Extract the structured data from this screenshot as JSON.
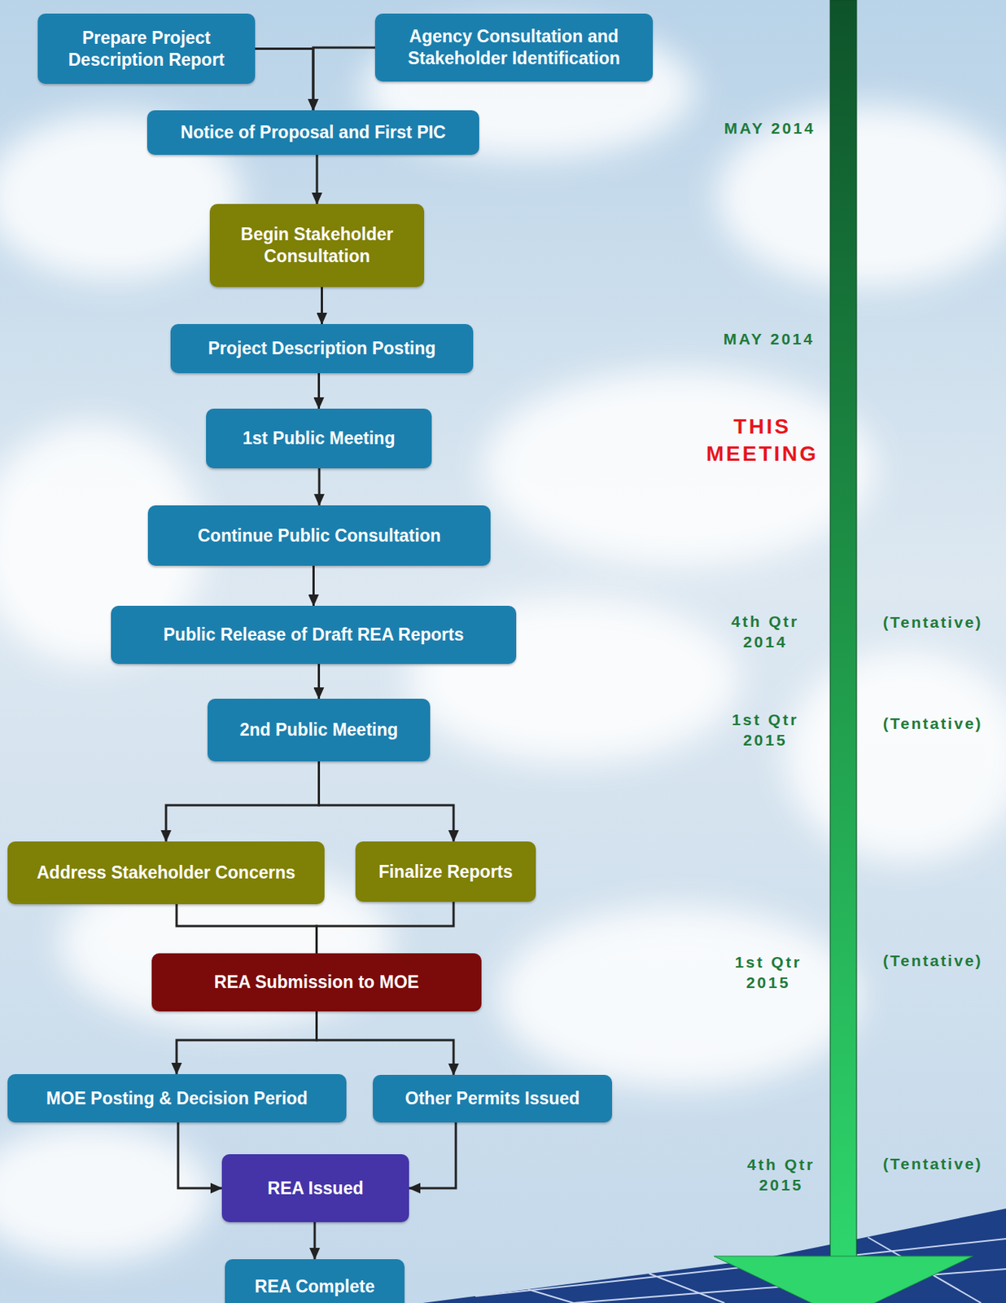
{
  "diagram": {
    "nodes": [
      {
        "text": [
          "Prepare Project Description Report"
        ]
      },
      {
        "text": [
          "Agency Consultation and Stakeholder Identification"
        ]
      },
      {
        "text": [
          "Notice of Proposal and First PIC"
        ]
      },
      {
        "text": [
          "Begin Stakeholder Consultation"
        ]
      },
      {
        "text": [
          "Project Description Posting"
        ]
      },
      {
        "text": [
          "1st Public Meeting"
        ]
      },
      {
        "text": [
          "Continue Public Consultation"
        ]
      },
      {
        "text": [
          "Public Release of Draft REA Reports"
        ]
      },
      {
        "text": [
          "2nd Public Meeting"
        ]
      },
      {
        "text": [
          "Address Stakeholder Concerns"
        ]
      },
      {
        "text": [
          "Finalize Reports"
        ]
      },
      {
        "text": [
          "REA Submission to MOE"
        ]
      },
      {
        "text": [
          "MOE Posting & Decision Period"
        ]
      },
      {
        "text": [
          "Other Permits Issued"
        ]
      },
      {
        "text": [
          "REA Issued"
        ]
      },
      {
        "text": [
          "REA Complete"
        ]
      }
    ],
    "edges": [
      {
        "from": 0,
        "to": 2,
        "arrow": "to"
      },
      {
        "from": 1,
        "to": 2,
        "arrow": "to"
      },
      {
        "from": 2,
        "to": 3,
        "arrow": "to"
      },
      {
        "from": 3,
        "to": 4,
        "arrow": "to"
      },
      {
        "from": 4,
        "to": 5,
        "arrow": "to"
      },
      {
        "from": 5,
        "to": 6,
        "arrow": "to"
      },
      {
        "from": 6,
        "to": 7,
        "arrow": "to"
      },
      {
        "from": 7,
        "to": 8,
        "arrow": "to"
      },
      {
        "from": 8,
        "to": 9,
        "arrow": "to"
      },
      {
        "from": 8,
        "to": 10,
        "arrow": "to"
      },
      {
        "from": 9,
        "to": 11,
        "arrow": "none"
      },
      {
        "from": 10,
        "to": 11,
        "arrow": "none"
      },
      {
        "from": 11,
        "to": 12,
        "arrow": "to"
      },
      {
        "from": 11,
        "to": 13,
        "arrow": "to"
      },
      {
        "from": 12,
        "to": 14,
        "arrow": "to"
      },
      {
        "from": 13,
        "to": 14,
        "arrow": "to"
      },
      {
        "from": 14,
        "to": 15,
        "arrow": "to"
      }
    ],
    "labels": [
      "MAY 2014",
      "MAY 2014",
      "THIS MEETING",
      "4th Qtr 2014",
      "(Tentative)",
      "1st Qtr 2015",
      "(Tentative)",
      "1st Qtr 2015",
      "(Tentative)",
      "4th Qtr 2015",
      "(Tentative)"
    ]
  }
}
